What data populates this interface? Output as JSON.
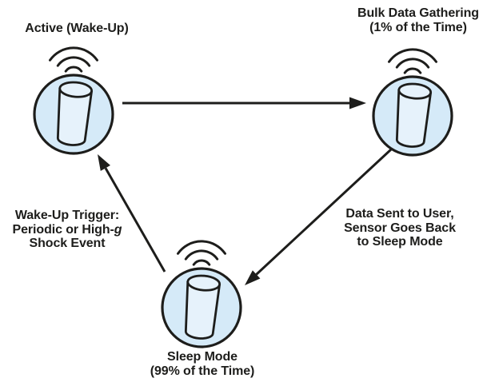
{
  "diagram": {
    "type": "state-cycle-diagram",
    "colors": {
      "background": "#ffffff",
      "stroke_color": "#1d1d1b",
      "text_color": "#1d1d1b",
      "node_fill": "#d5eaf8",
      "cylinder_fill": "#e6f2fb"
    },
    "nodes": [
      {
        "id": "active",
        "icon": "wireless-sensor-icon",
        "line1": "Active (Wake-Up)",
        "line2": ""
      },
      {
        "id": "bulk",
        "icon": "wireless-sensor-icon",
        "line1": "Bulk Data Gathering",
        "line2": "(1% of the Time)"
      },
      {
        "id": "sleep",
        "icon": "wireless-sensor-icon",
        "line1": "Sleep Mode",
        "line2": "(99% of the Time)"
      }
    ],
    "edges": [
      {
        "from": "active",
        "to": "bulk",
        "label": ""
      },
      {
        "from": "bulk",
        "to": "sleep",
        "label": "Data Sent to User, Sensor Goes Back to Sleep Mode"
      },
      {
        "from": "sleep",
        "to": "active",
        "label": "Wake-Up Trigger: Periodic or High-g Shock Event"
      }
    ],
    "edge_labels": {
      "data_sent": {
        "line1": "Data Sent to User,",
        "line2": "Sensor Goes Back",
        "line3": "to Sleep Mode"
      },
      "wake_trigger": {
        "line1": "Wake-Up Trigger:",
        "line2_prefix": "Periodic or High-",
        "line2_emphasis": "g",
        "line3": "Shock Event"
      }
    }
  }
}
